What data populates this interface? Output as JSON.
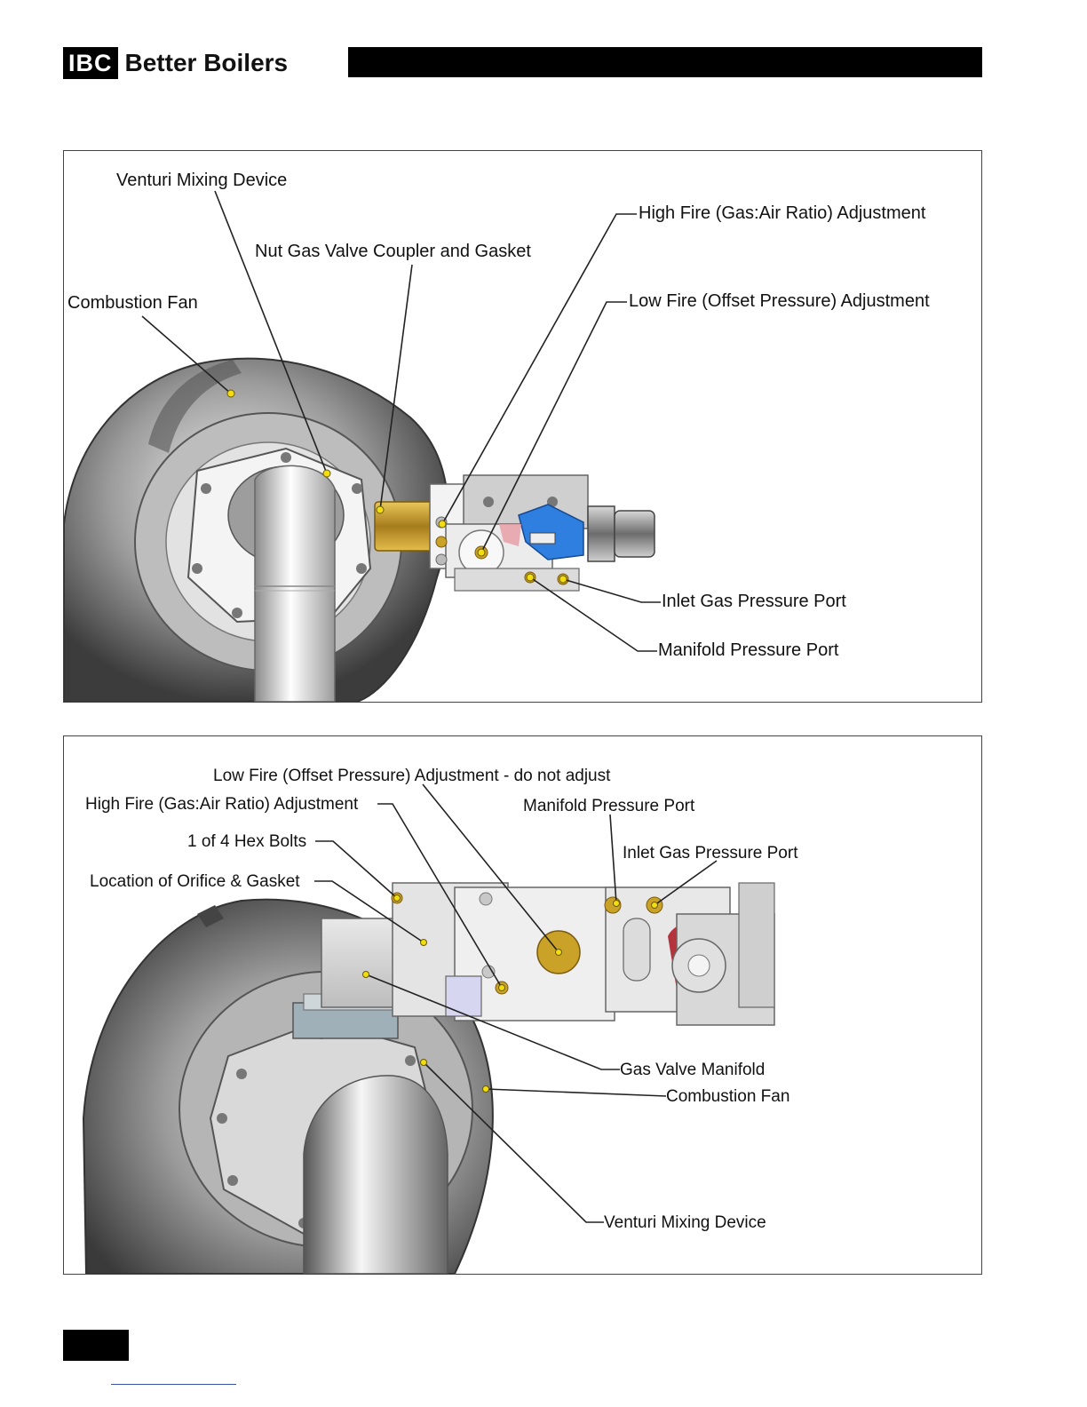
{
  "header": {
    "logo_mark": "IBC",
    "brand": "Better Boilers"
  },
  "figure1": {
    "labels": {
      "venturi": "Venturi Mixing Device",
      "nut_coupler": "Nut Gas Valve Coupler and Gasket",
      "combustion_fan": "Combustion Fan",
      "high_fire": "High Fire (Gas:Air Ratio) Adjustment",
      "low_fire": "Low Fire (Offset Pressure) Adjustment",
      "inlet_port": "Inlet Gas Pressure Port",
      "manifold_port": "Manifold Pressure Port"
    }
  },
  "figure2": {
    "labels": {
      "low_fire": "Low Fire (Offset Pressure) Adjustment - do not adjust",
      "high_fire": "High Fire (Gas:Air Ratio) Adjustment",
      "manifold_port": "Manifold Pressure Port",
      "hex_bolts": "1 of 4 Hex Bolts",
      "inlet_port": "Inlet Gas Pressure Port",
      "orifice": "Location of Orifice & Gasket",
      "gas_valve_manifold": "Gas Valve Manifold",
      "combustion_fan": "Combustion Fan",
      "venturi": "Venturi Mixing Device"
    }
  },
  "colors": {
    "callout_dot": "#f2dd10",
    "valve_blue": "#2f7fe0",
    "brass": "#c9a227"
  }
}
